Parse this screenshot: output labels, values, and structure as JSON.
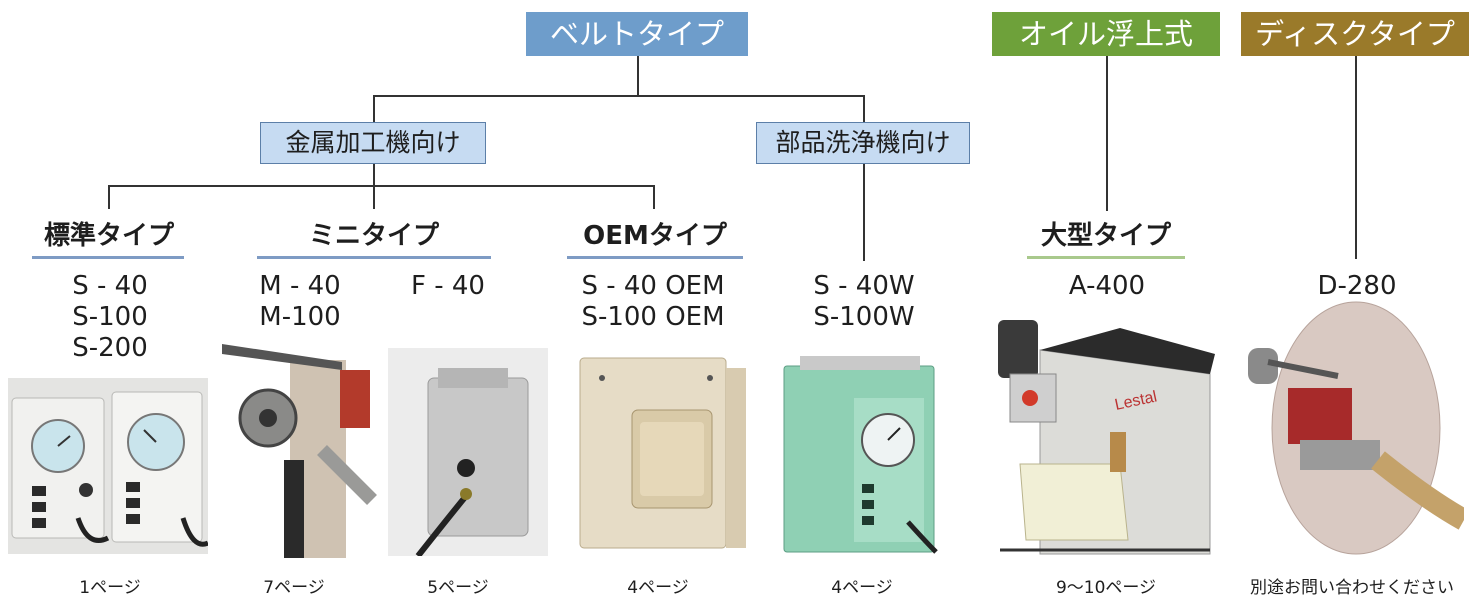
{
  "headers": {
    "belt": "ベルトタイプ",
    "oil": "オイル浮上式",
    "disc": "ディスクタイプ"
  },
  "subheaders": {
    "metal": "金属加工機向け",
    "parts": "部品洗浄機向け"
  },
  "categories": {
    "standard": "標準タイプ",
    "mini": "ミニタイプ",
    "oem": "OEMタイプ",
    "large": "大型タイプ"
  },
  "models": {
    "standard": [
      "S - 40",
      "S-100",
      "S-200"
    ],
    "mini_m": [
      "M - 40",
      "M-100"
    ],
    "mini_f": [
      "F - 40"
    ],
    "oem": [
      "S - 40 OEM",
      "S-100 OEM"
    ],
    "parts": [
      "S - 40W",
      "S-100W"
    ],
    "large": [
      "A-400"
    ],
    "disc": [
      "D-280"
    ]
  },
  "pages": {
    "standard": "1ページ",
    "mini_m": "7ページ",
    "mini_f": "5ページ",
    "oem": "4ページ",
    "parts": "4ページ",
    "large": "9〜10ページ",
    "disc": "別途お問い合わせください"
  },
  "photo_labels": {
    "large_brand": "Lestal"
  },
  "colors": {
    "belt_header": "#6e9dcb",
    "oil_header": "#6ea13a",
    "disc_header": "#9a7a2a",
    "subheader_fill": "#c6dbf2",
    "blue_underline": "#7e9bc4",
    "green_underline": "#a9c98c"
  }
}
